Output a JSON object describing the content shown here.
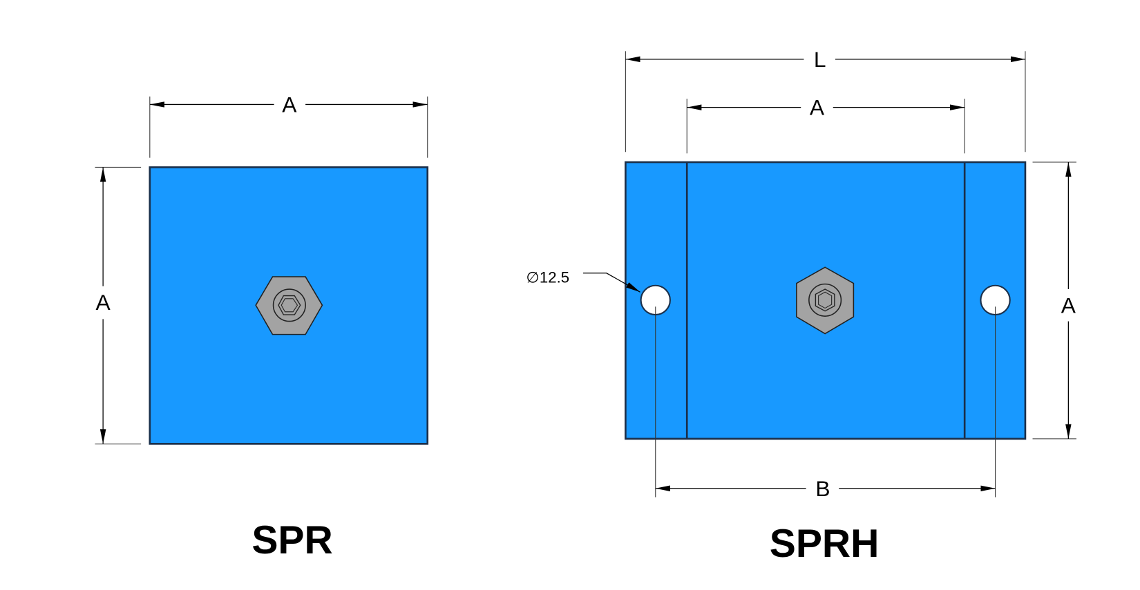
{
  "colors": {
    "block": "#1899ff",
    "outline": "#1a2f4a",
    "nut": "#a3a3a3"
  },
  "spr": {
    "title": "SPR",
    "dim_width": "A",
    "dim_height": "A"
  },
  "sprh": {
    "title": "SPRH",
    "dim_length": "L",
    "dim_width": "A",
    "dim_height": "A",
    "dim_hole_spacing": "B",
    "hole_note": "∅12.5"
  }
}
